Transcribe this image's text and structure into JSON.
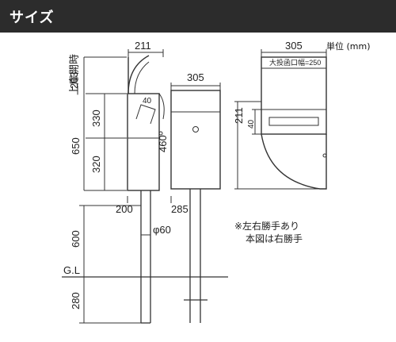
{
  "header": {
    "title": "サイズ"
  },
  "unit_label": "単位 (mm)",
  "side_view": {
    "top_width": "211",
    "lid_label": "上扉開時",
    "lid_height": "203",
    "total_height": "650",
    "upper_height": "330",
    "lower_height": "320",
    "door_angle": "40",
    "post_offset": "200",
    "post_length": "600",
    "post_diameter": "φ60",
    "ground_label": "G.L",
    "ground_depth": "280"
  },
  "front_view": {
    "width": "305",
    "height": "460",
    "post_offset": "285"
  },
  "top_view": {
    "width": "305",
    "slot_label": "大投函口幅=250",
    "depth": "211",
    "inner_depth": "40"
  },
  "note": {
    "line1": "※左右勝手あり",
    "line2": "本図は右勝手"
  }
}
